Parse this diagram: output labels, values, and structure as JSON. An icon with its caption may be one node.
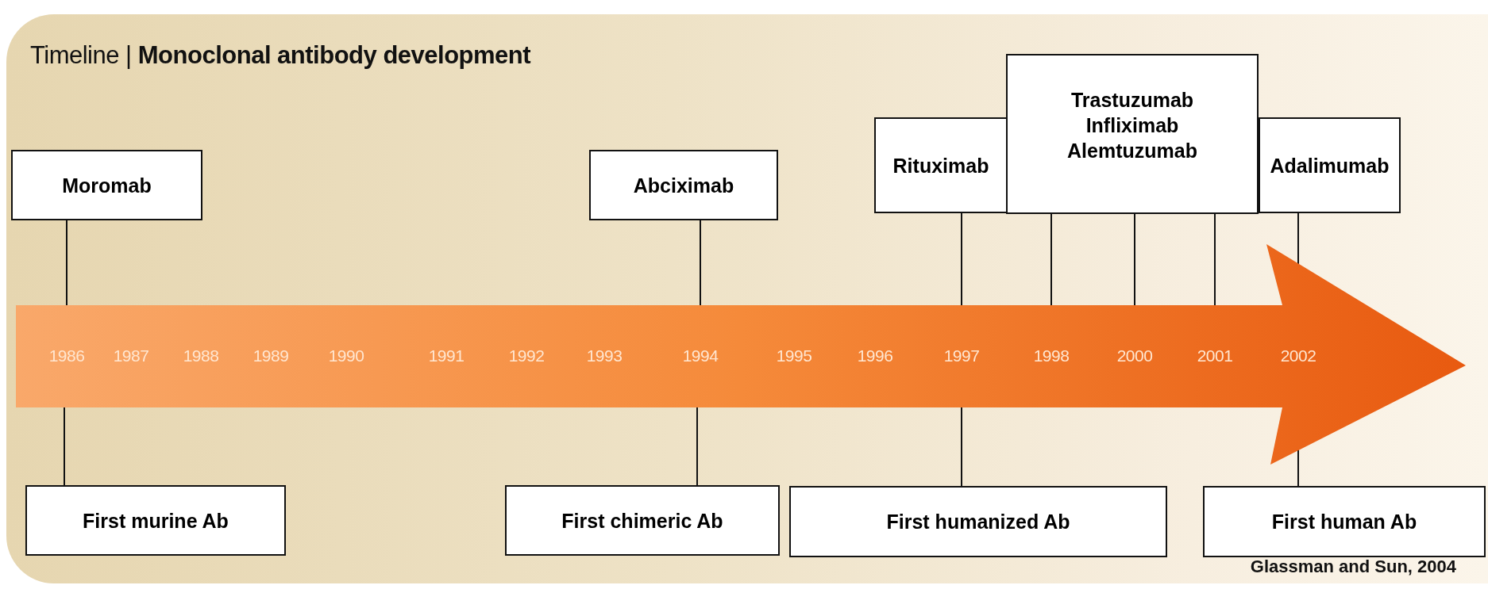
{
  "diagram": {
    "title": "Timeline | **Monoclonal antibody development**",
    "caption": "Glassman and Sun, 2004",
    "nodes": [
      {
        "text": [
          "Moromab"
        ]
      },
      {
        "text": [
          "Abciximab"
        ]
      },
      {
        "text": [
          "Rituximab"
        ]
      },
      {
        "text": [
          "Trastuzumab",
          "Infliximab",
          "Alemtuzumab"
        ]
      },
      {
        "text": [
          "Adalimumab"
        ]
      },
      {
        "text": [
          "1986",
          "1987",
          "1988",
          "1989",
          "1990",
          "1991",
          "1992",
          "1993",
          "1994",
          "1995",
          "1996",
          "1997",
          "1998",
          "2000",
          "2001",
          "2002"
        ]
      },
      {
        "text": [
          "First murine Ab"
        ]
      },
      {
        "text": [
          "First chimeric Ab"
        ]
      },
      {
        "text": [
          "First humanized Ab"
        ]
      },
      {
        "text": [
          "First human Ab"
        ]
      }
    ],
    "edges": [
      {
        "from": 0,
        "to": 5,
        "arrow": "none"
      },
      {
        "from": 1,
        "to": 5,
        "arrow": "none"
      },
      {
        "from": 2,
        "to": 5,
        "arrow": "none"
      },
      {
        "from": 3,
        "to": 5,
        "arrow": "none"
      },
      {
        "from": 3,
        "to": 5,
        "arrow": "none"
      },
      {
        "from": 3,
        "to": 5,
        "arrow": "none"
      },
      {
        "from": 4,
        "to": 5,
        "arrow": "none"
      },
      {
        "from": 5,
        "to": 6,
        "arrow": "none"
      },
      {
        "from": 5,
        "to": 7,
        "arrow": "none"
      },
      {
        "from": 5,
        "to": 8,
        "arrow": "none"
      },
      {
        "from": 5,
        "to": 9,
        "arrow": "none"
      }
    ]
  }
}
